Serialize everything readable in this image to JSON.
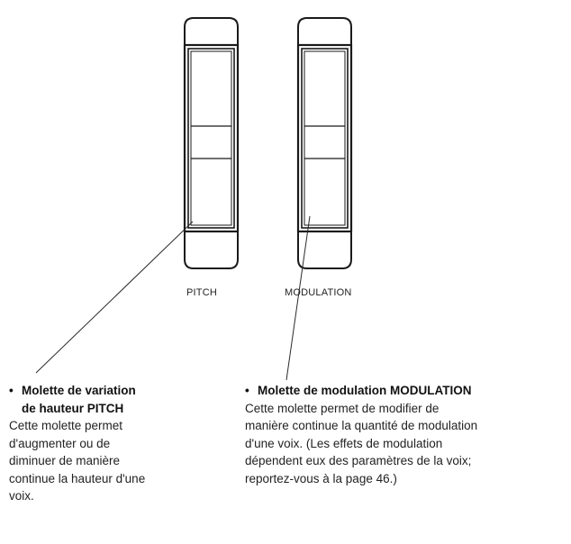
{
  "wheels": [
    {
      "id": "pitch",
      "label": "PITCH",
      "heading_line1": "Molette de variation",
      "heading_line2": "de hauteur PITCH",
      "body_lines": [
        "Cette molette permet",
        "d'augmenter ou de",
        "diminuer de manière",
        "continue la hauteur d'une",
        "voix."
      ]
    },
    {
      "id": "modulation",
      "label": "MODULATION",
      "heading_line1": "Molette de modulation MODULATION",
      "body_lines": [
        "Cette molette permet de modifier de",
        "manière continue la quantité de modulation",
        "d'une voix. (Les effets de modulation",
        "dépendent eux des paramètres de la voix;",
        "reportez-vous à la page 46.)"
      ]
    }
  ],
  "bullet": "•",
  "colors": {
    "ink": "#1a1a1a",
    "background": "#ffffff"
  }
}
